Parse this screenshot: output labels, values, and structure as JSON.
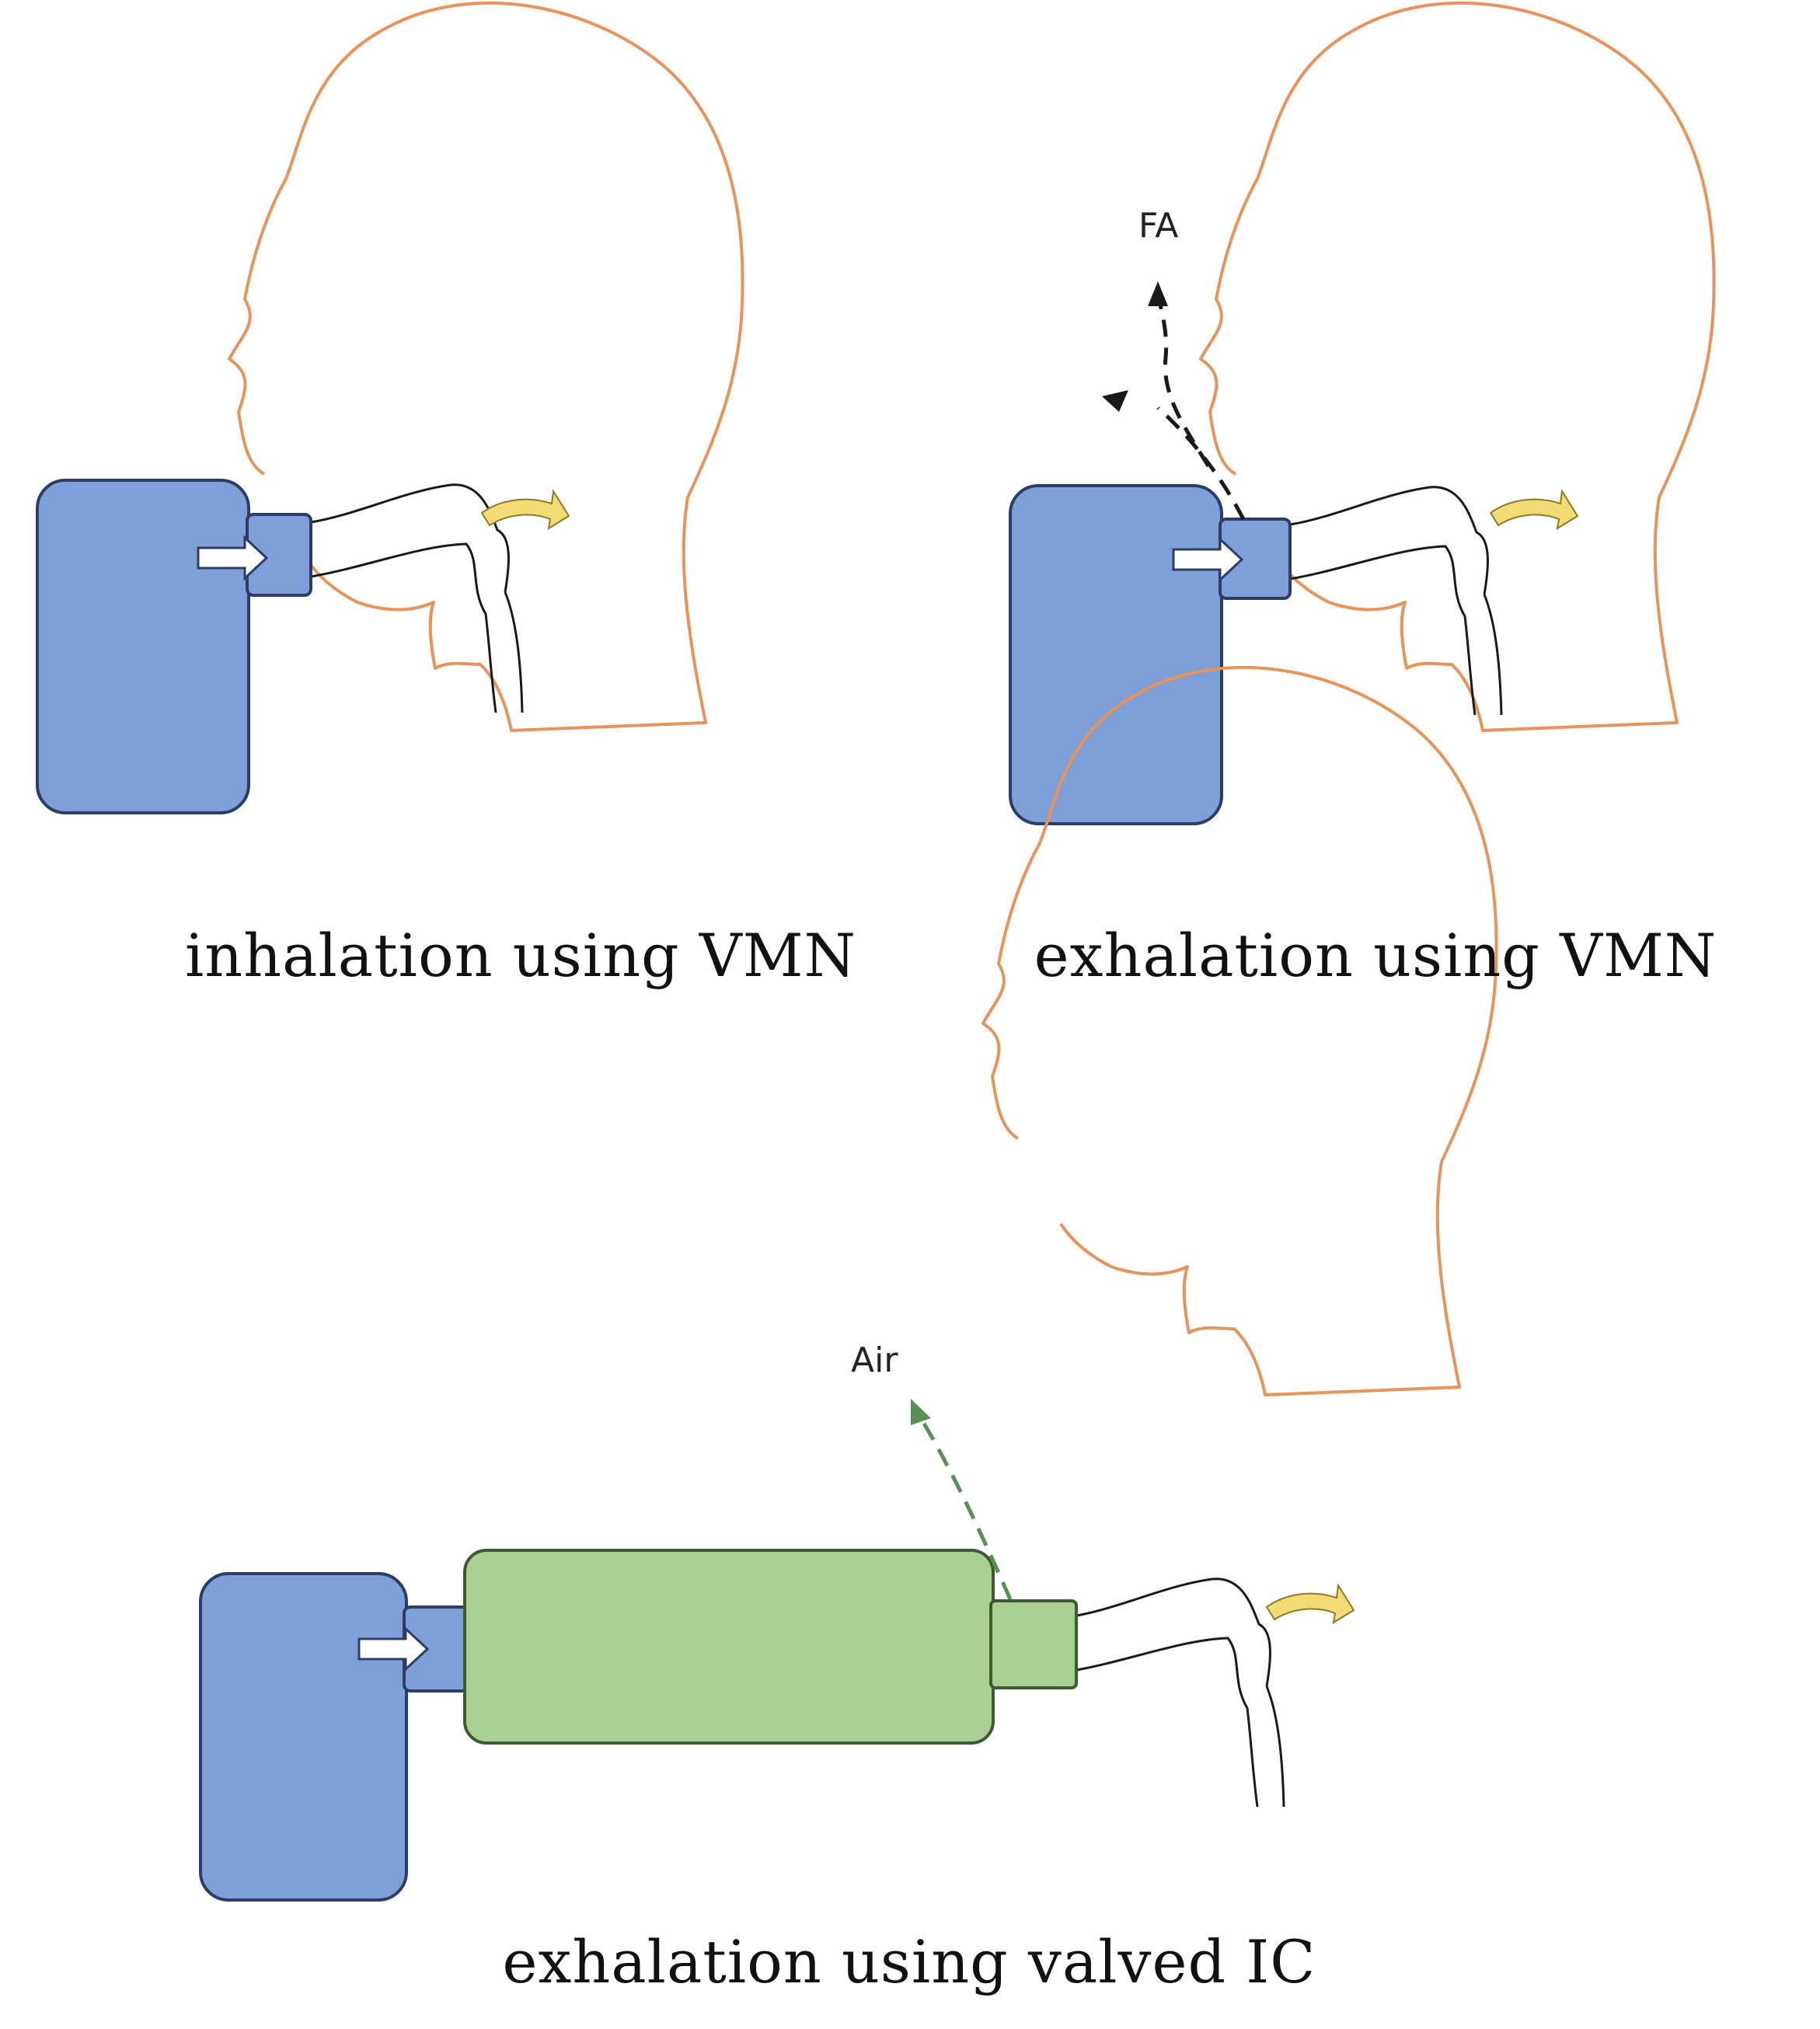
{
  "panels": [
    {
      "caption": "inhalation using VMN"
    },
    {
      "caption": "exhalation using VMN",
      "flow_label": "FA"
    },
    {
      "caption": "exhalation using valved IC",
      "flow_label": "Air"
    }
  ],
  "colors": {
    "head_outline": "#e8935a",
    "nebulizer": "#7f9fd9",
    "nebulizer_stroke": "#2d3e66",
    "spacer": "#a9cf95",
    "spacer_stroke": "#3f5a33",
    "airway_arrow": "#f3dc73",
    "air_stream": "#5a8f58"
  },
  "icons": [
    "flow-arrow-icon",
    "airway-arrow-icon"
  ]
}
